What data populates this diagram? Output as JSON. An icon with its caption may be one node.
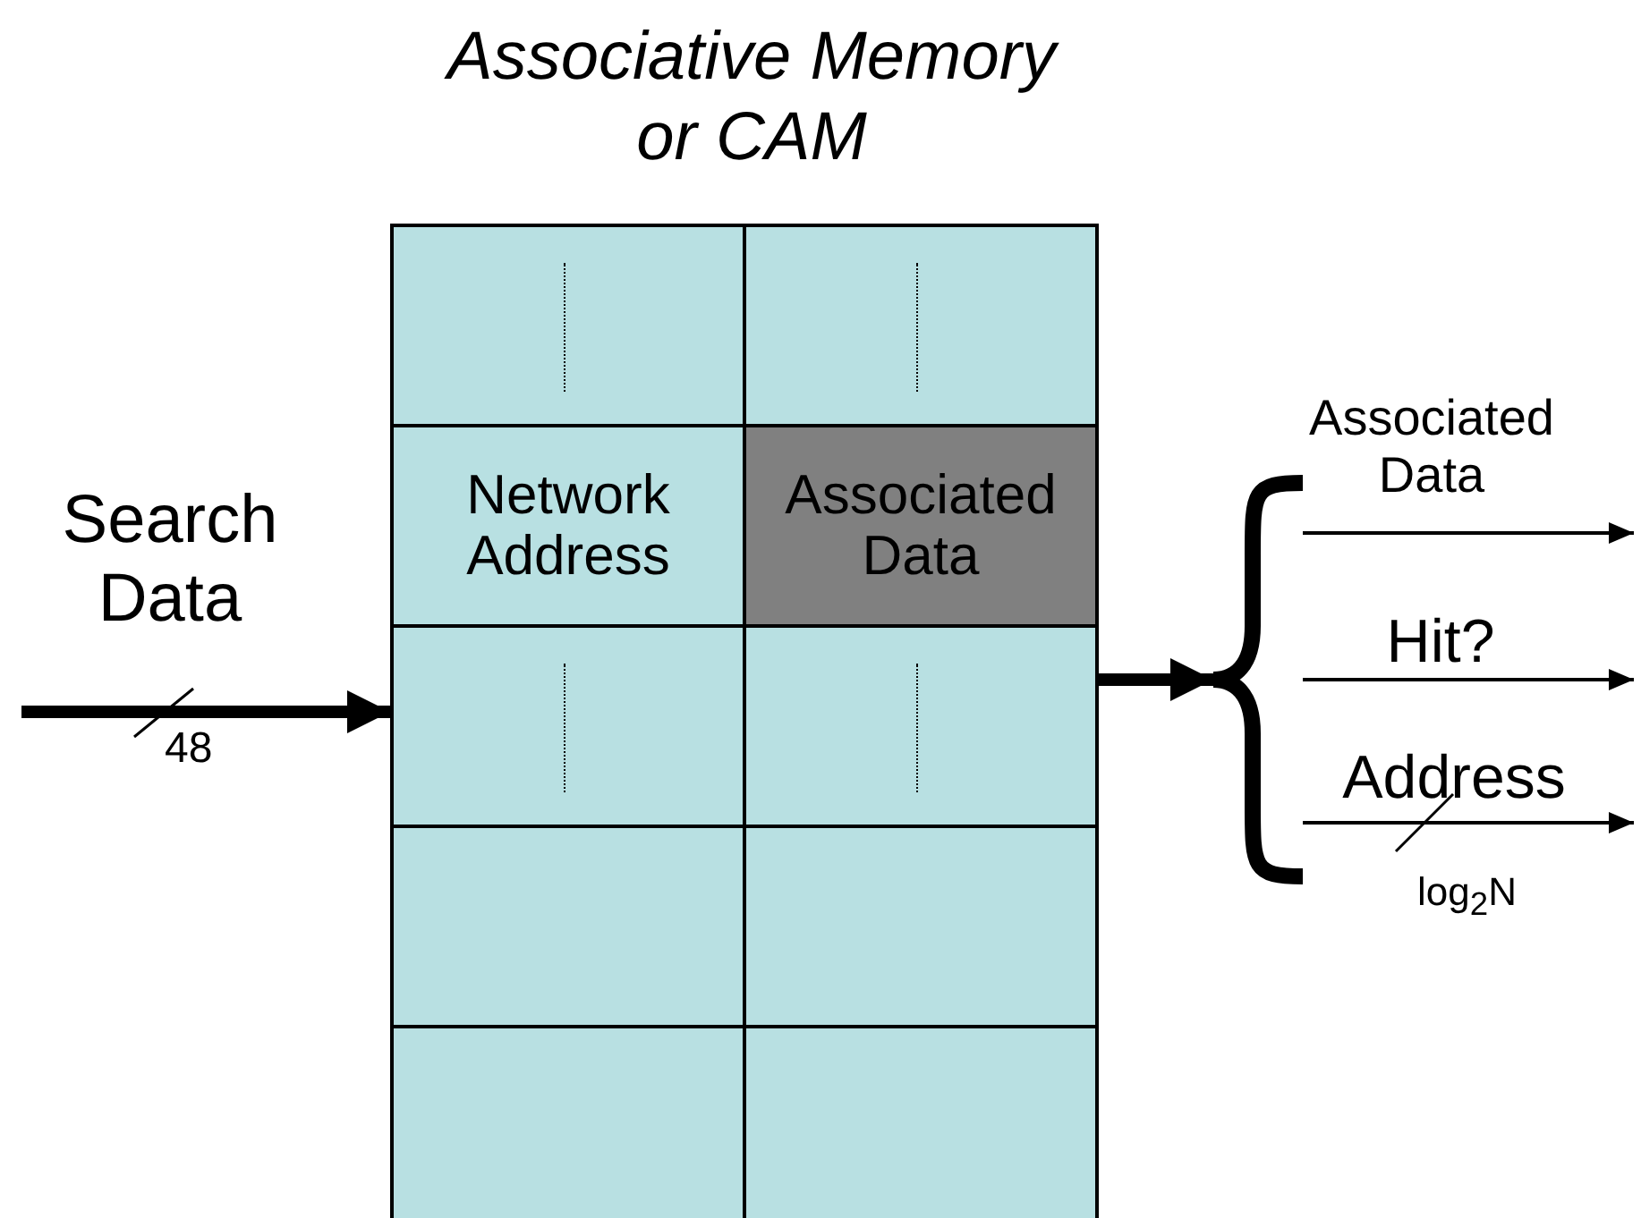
{
  "diagram": {
    "nodes": [
      {
        "text": [
          "Associative Memory or CAM"
        ]
      },
      {
        "text": [],
        "shape": "box",
        "in": 0
      },
      {
        "text": [],
        "shape": "box",
        "in": 0
      },
      {
        "text": [
          "Network Address"
        ],
        "in": 0
      },
      {
        "text": [
          "Associated Data"
        ],
        "in": 0
      },
      {
        "text": [],
        "shape": "box",
        "in": 0
      },
      {
        "text": [],
        "shape": "box",
        "in": 0
      },
      {
        "text": [],
        "shape": "box",
        "in": 0
      },
      {
        "text": [],
        "shape": "box",
        "in": 0
      },
      {
        "text": [],
        "shape": "box",
        "in": 0
      },
      {
        "text": [],
        "shape": "box",
        "in": 0
      },
      {
        "text": [],
        "shape": "brace"
      }
    ],
    "edges": [
      {
        "from": null,
        "to": 0,
        "arrow": "to",
        "label": "Search Data",
        "style": "thick"
      },
      {
        "from": 0,
        "to": 11,
        "arrow": "to",
        "style": "thick"
      },
      {
        "from": 11,
        "to": null,
        "arrow": "to",
        "label": "Associated Data"
      },
      {
        "from": 11,
        "to": null,
        "arrow": "to",
        "label": "Hit?"
      },
      {
        "from": 11,
        "to": null,
        "arrow": "to",
        "label": "Address"
      }
    ],
    "labels": [
      "48",
      "log$_{2}$N"
    ]
  }
}
